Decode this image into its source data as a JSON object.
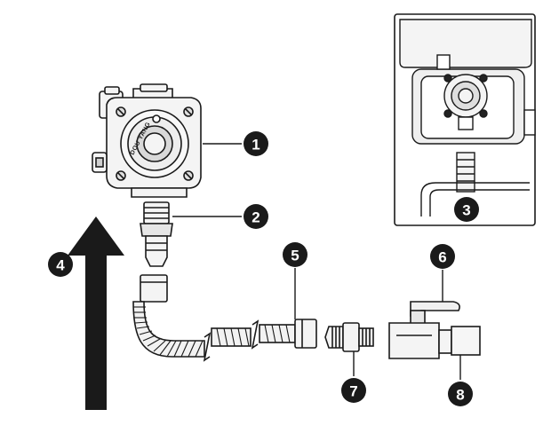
{
  "regulator": {
    "brand_text": "DOU YANG"
  },
  "callouts": [
    {
      "id": "regulator",
      "number": "1"
    },
    {
      "id": "fitting",
      "number": "2"
    },
    {
      "id": "inset",
      "number": "3"
    },
    {
      "id": "arrow",
      "number": "4"
    },
    {
      "id": "hose",
      "number": "5"
    },
    {
      "id": "valve-handle",
      "number": "6"
    },
    {
      "id": "adapter",
      "number": "7"
    },
    {
      "id": "valve-pipe",
      "number": "8"
    }
  ],
  "colors": {
    "ink": "#1a1a1a",
    "callout_fill": "#1a1a1a",
    "callout_text": "#ffffff",
    "metal_light": "#f2f2f2",
    "metal_mid": "#cfcfcf"
  }
}
